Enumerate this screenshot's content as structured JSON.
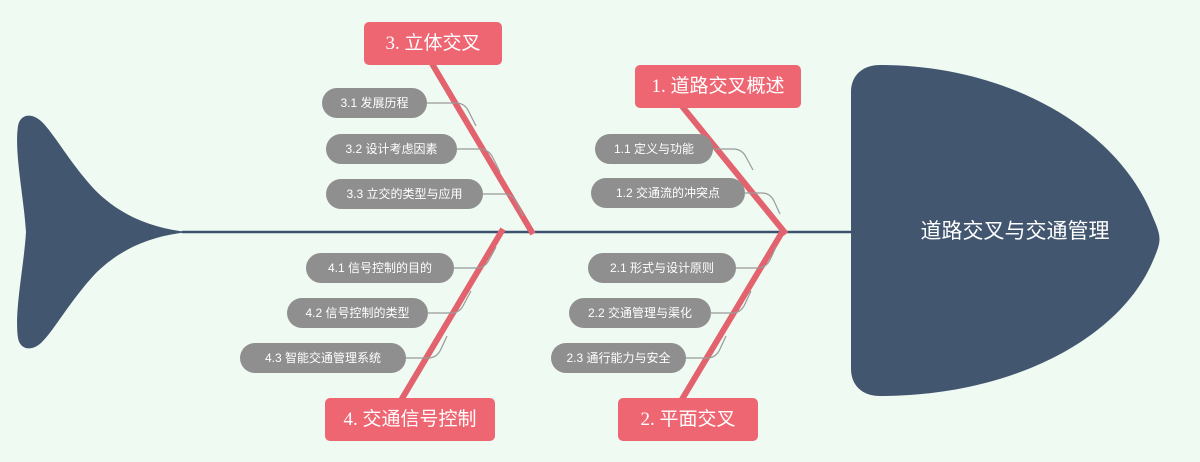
{
  "colors": {
    "background": "#effaf2",
    "head_fill": "#42566f",
    "tail_fill": "#42566f",
    "spine": "#3c5270",
    "branch": "#e2636e",
    "category_box": "#ef6673",
    "sub_pill": "#8f8f8f",
    "connector": "#9a9a9a",
    "text_light": "#ffffff"
  },
  "chart_data": {
    "type": "fishbone",
    "title": "道路交叉与交通管理",
    "orientation": "head-right",
    "categories": [
      {
        "id": "cat-1",
        "label": "1. 道路交叉概述",
        "side": "top",
        "items": [
          {
            "id": "1.1",
            "label": "1.1 定义与功能"
          },
          {
            "id": "1.2",
            "label": "1.2 交通流的冲突点"
          }
        ]
      },
      {
        "id": "cat-2",
        "label": "2. 平面交叉",
        "side": "bottom",
        "items": [
          {
            "id": "2.1",
            "label": "2.1 形式与设计原则"
          },
          {
            "id": "2.2",
            "label": "2.2 交通管理与渠化"
          },
          {
            "id": "2.3",
            "label": "2.3 通行能力与安全"
          }
        ]
      },
      {
        "id": "cat-3",
        "label": "3. 立体交叉",
        "side": "top",
        "items": [
          {
            "id": "3.1",
            "label": "3.1 发展历程"
          },
          {
            "id": "3.2",
            "label": "3.2 设计考虑因素"
          },
          {
            "id": "3.3",
            "label": "3.3 立交的类型与应用"
          }
        ]
      },
      {
        "id": "cat-4",
        "label": "4. 交通信号控制",
        "side": "bottom",
        "items": [
          {
            "id": "4.1",
            "label": "4.1 信号控制的目的"
          },
          {
            "id": "4.2",
            "label": "4.2 信号控制的类型"
          },
          {
            "id": "4.3",
            "label": "4.3 智能交通管理系统"
          }
        ]
      }
    ]
  },
  "head": {
    "label": "道路交叉与交通管理"
  },
  "categories": {
    "cat1_label": "1. 道路交叉概述",
    "cat2_label": "2. 平面交叉",
    "cat3_label": "3. 立体交叉",
    "cat4_label": "4. 交通信号控制"
  },
  "subs": {
    "s11": "1.1 定义与功能",
    "s12": "1.2 交通流的冲突点",
    "s21": "2.1 形式与设计原则",
    "s22": "2.2 交通管理与渠化",
    "s23": "2.3 通行能力与安全",
    "s31": "3.1 发展历程",
    "s32": "3.2 设计考虑因素",
    "s33": "3.3 立交的类型与应用",
    "s41": "4.1 信号控制的目的",
    "s42": "4.2 信号控制的类型",
    "s43": "4.3 智能交通管理系统"
  }
}
